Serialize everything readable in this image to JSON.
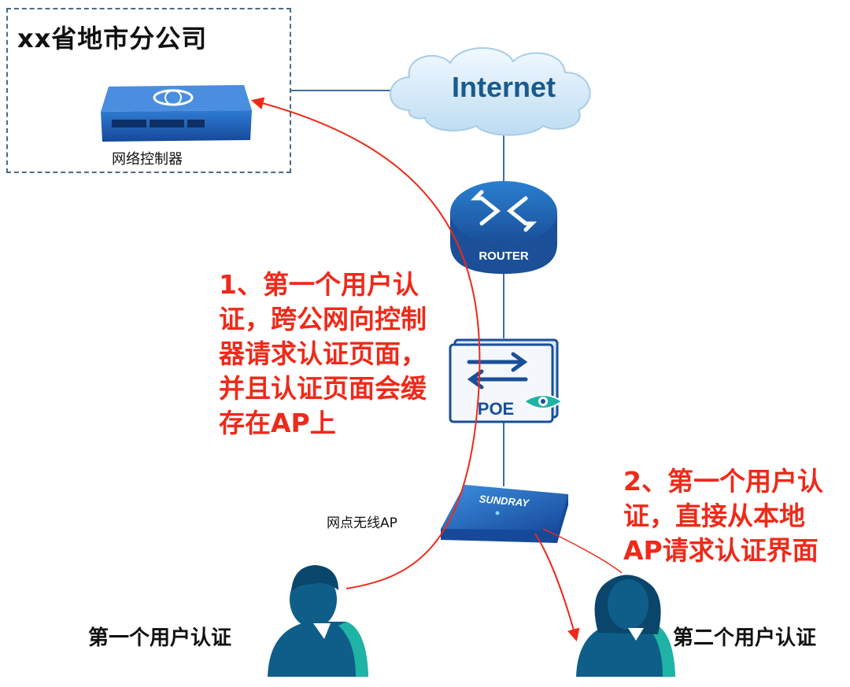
{
  "branch": {
    "title": "xx省地市分公司",
    "controller_label": "网络控制器"
  },
  "internet": {
    "label": "Internet"
  },
  "router": {
    "label": "ROUTER"
  },
  "poe_switch": {
    "label": "POE"
  },
  "ap": {
    "label": "网点无线AP",
    "brand": "SUNDRAY"
  },
  "users": [
    {
      "label": "第一个用户认证"
    },
    {
      "label": "第二个用户认证"
    }
  ],
  "notes": [
    {
      "lines": [
        "1、第一个用户认",
        "证，跨公网向控制",
        "器请求认证页面，",
        "并且认证页面会缓",
        "存在AP上"
      ]
    },
    {
      "lines": [
        "2、第一个用户认",
        "证，直接从本地",
        "AP请求认证界面"
      ]
    }
  ],
  "colors": {
    "arrow": "#ee2a1a",
    "link": "#3f6e9e",
    "device_blue": "#1f5fa8",
    "user_body": "#0f5e8a",
    "user_accent": "#1fb3a6",
    "cloud": "#d2e9f7"
  }
}
